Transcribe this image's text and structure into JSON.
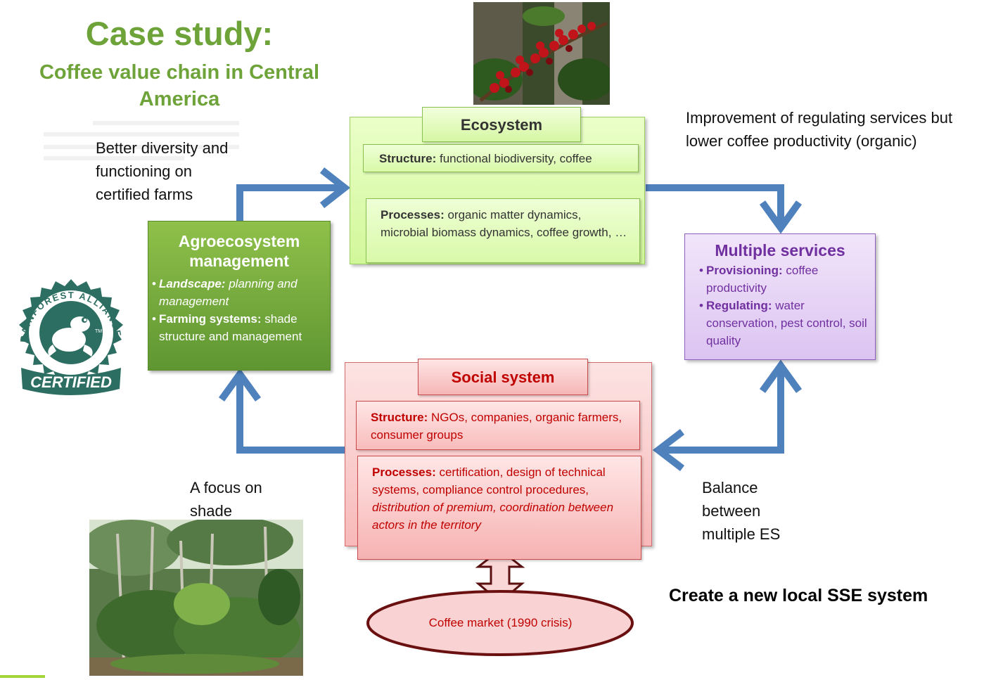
{
  "title": "Case study:",
  "subtitle": "Coffee value chain in Central America",
  "notes": {
    "top_left": "Better diversity and functioning on certified farms",
    "top_right": "Improvement of regulating services but lower coffee productivity (organic)",
    "bottom_left": "A focus on shade",
    "bottom_right": "Balance between multiple ES"
  },
  "ecosystem": {
    "title": "Ecosystem",
    "structure_label": "Structure:",
    "structure_text": "functional biodiversity, coffee",
    "processes_label": "Processes:",
    "processes_text": "organic matter dynamics, microbial biomass dynamics, coffee growth, …"
  },
  "agroecosystem": {
    "title": "Agroecosystem management",
    "items": [
      {
        "label": "Landscape:",
        "text": "planning and management"
      },
      {
        "label": "Farming systems:",
        "text": "shade structure and management"
      }
    ]
  },
  "services": {
    "title": "Multiple services",
    "items": [
      {
        "label": "Provisioning:",
        "text": "coffee productivity"
      },
      {
        "label": "Regulating:",
        "text": "water conservation, pest control, soil quality"
      }
    ]
  },
  "social": {
    "title": "Social system",
    "structure_label": "Structure:",
    "structure_text": "NGOs, companies, organic farmers, consumer groups",
    "processes_label": "Processes:",
    "processes_text": "certification, design of technical systems, compliance control procedures,",
    "processes_italic": "distribution of  premium, coordination between actors in the territory"
  },
  "market": "Coffee market (1990 crisis)",
  "headline": "Create a new local SSE system",
  "logo": {
    "arc_text": "RAINFOREST ALLIANCE",
    "banner": "CERTIFIED",
    "tm": "TM"
  },
  "colors": {
    "arrow": "#4f81bd",
    "title_green": "#6ea33a",
    "social_red": "#c00000",
    "services_purple": "#7030a0"
  }
}
